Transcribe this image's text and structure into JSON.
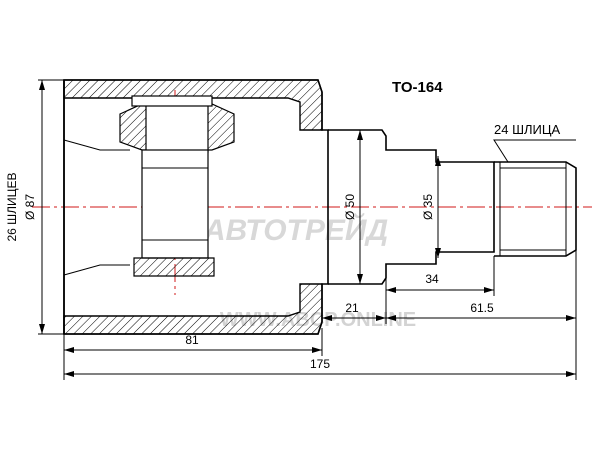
{
  "part_number": "TO-164",
  "spline_inner_label": "26 ШЛИЦЕВ",
  "spline_outer_label": "24 ШЛИЦА",
  "dimensions": {
    "housing_diameter": "Ø 87",
    "shaft_diameter": "Ø 50",
    "stub_diameter": "Ø 35",
    "stub_length": "34",
    "shoulder_length": "21",
    "shaft_length": "61.5",
    "housing_length": "81",
    "total_length": "175"
  },
  "watermarks": {
    "brand": "АВТОТРЕЙД",
    "site": "WWW.ABCP.ONLINE"
  },
  "colors": {
    "centerline": "#d01818",
    "line": "#000000",
    "watermark": "#cfcfcf"
  }
}
